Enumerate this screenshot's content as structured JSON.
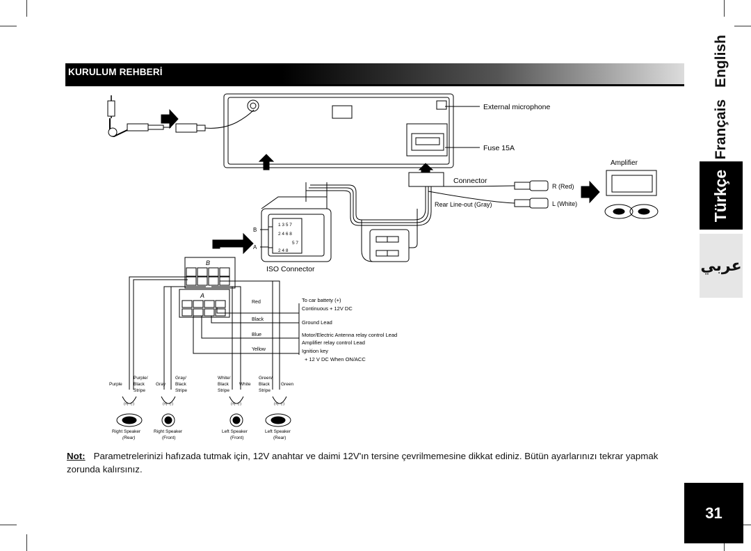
{
  "header": {
    "title": "KURULUM REHBERİ"
  },
  "tabs": {
    "english": "English",
    "francais": "Français",
    "turkce": "Türkçe",
    "arabic": "عربي"
  },
  "page_number": "31",
  "note": {
    "label": "Not:",
    "text": "Parametrelerinizi hafızada tutmak için, 12V anahtar ve daimi 12V'ın tersine çevrilmemesine dikkat ediniz. Bütün ayarlarınızı tekrar yapmak zorunda kalırsınız."
  },
  "diagram": {
    "external_microphone": "External microphone",
    "fuse": "Fuse 15A",
    "amplifier": "Amplifier",
    "connector": "Connector",
    "rear_line_out": "Rear Line-out (Gray)",
    "r_red": "R (Red)",
    "l_white": "L (White)",
    "iso_connector": "ISO Connector",
    "iso_b": "B",
    "iso_a": "A",
    "iso_pins_row1": "1 3 5 7",
    "iso_pins_row2": "2 4 6 8",
    "iso_pins_row3": "5 7",
    "iso_pins_row4": "2 4 8",
    "plug_b": "B",
    "plug_a": "A",
    "wire_red": "Red",
    "wire_black": "Black",
    "wire_blue": "Blue",
    "wire_yellow": "Yellow",
    "desc_battery": "To car battety (+)",
    "desc_continuous": "Continuous + 12V DC",
    "desc_ground": "Ground Lead",
    "desc_antenna": "Motor/Electric Antenna relay control Lead",
    "desc_amp": "Amplifier relay control Lead",
    "desc_ignition": "Ignition key",
    "desc_12v": "+ 12 V DC When ON/ACC",
    "w_purple": "Purple",
    "w_purple_black_1": "Purple/",
    "w_purple_black_2": "Black",
    "w_purple_black_3": "Stripe",
    "w_gray": "Gray",
    "w_gray_black_1": "Gray/",
    "w_gray_black_2": "Black",
    "w_gray_black_3": "Stripe",
    "w_white_black_1": "White/",
    "w_white_black_2": "Black",
    "w_white_black_3": "Stripe",
    "w_white": "White",
    "w_green_black_1": "Green/",
    "w_green_black_2": "Black",
    "w_green_black_3": "Stripe",
    "w_green": "Green",
    "spk1_name": "Right Speaker",
    "spk1_pos": "(Rear)",
    "spk2_name": "Right Speaker",
    "spk2_pos": "(Front)",
    "spk3_name": "Left Speaker",
    "spk3_pos": "(Front)",
    "spk4_name": "Left Speaker",
    "spk4_pos": "(Rear)",
    "pol_plus": "(+)",
    "pol_minus": "(-)"
  }
}
